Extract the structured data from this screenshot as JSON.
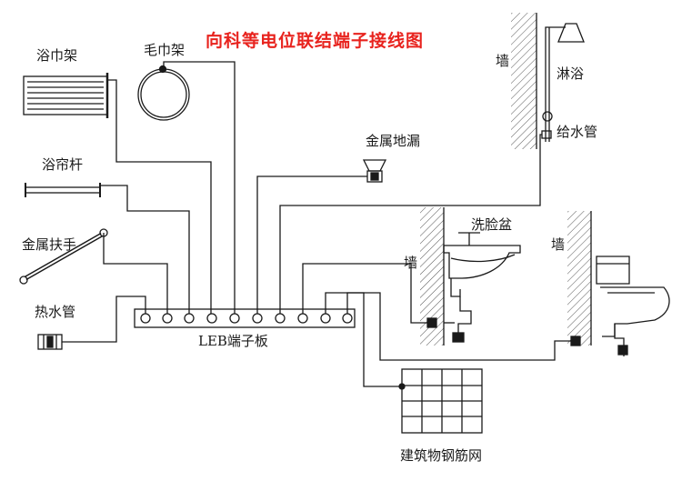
{
  "title": "向科等电位联结端子接线图",
  "labels": {
    "towel_rack": "浴巾架",
    "towel_ring": "毛巾架",
    "curtain_rod": "浴帘杆",
    "grab_bar": "金属扶手",
    "hot_water_pipe": "热水管",
    "floor_drain": "金属地漏",
    "leb_board": "LEB端子板",
    "shower": "淋浴",
    "supply_pipe": "给水管",
    "washbasin": "洗脸盆",
    "rebar_mesh": "建筑物钢筋网",
    "wall_top": "墙",
    "wall_basin": "墙",
    "wall_toilet": "墙"
  },
  "colors": {
    "title": "#e8231e",
    "line": "#1a1a1a",
    "wall_hatch": "#555555"
  }
}
